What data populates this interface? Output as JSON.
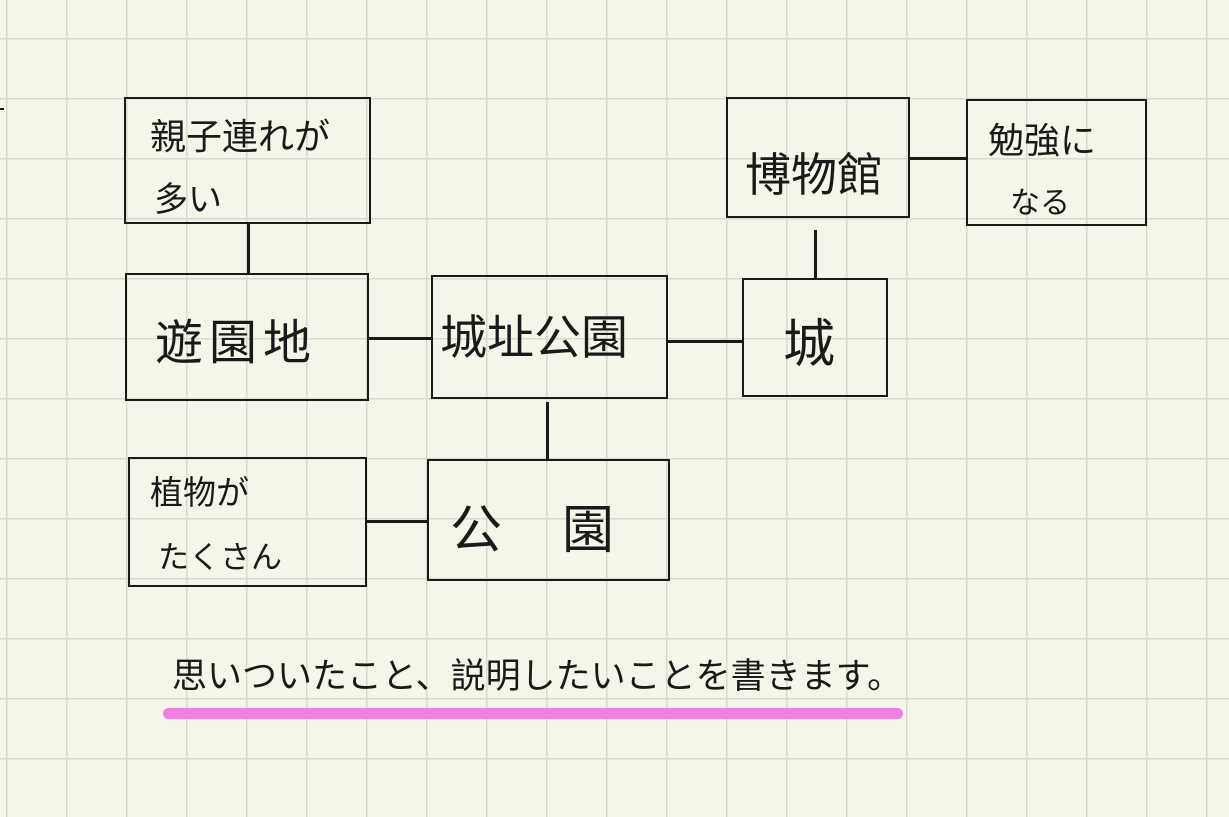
{
  "nodes": {
    "oyako": {
      "line1": "親子連れが",
      "line2": "多い"
    },
    "yuenchi": {
      "label": "遊園地"
    },
    "jouseki": {
      "label": "城址公園"
    },
    "shiro": {
      "label": "城"
    },
    "hakubutsukan": {
      "label": "博物館"
    },
    "benkyou": {
      "line1": "勉強に",
      "line2": "なる"
    },
    "shokubutsu": {
      "line1": "植物が",
      "line2": "たくさん"
    },
    "kouen": {
      "char1": "公",
      "char2": "園"
    }
  },
  "note": {
    "text": "思いついたこと、説明したいことを書きます。",
    "highlight_color": "#ee7fe3"
  },
  "colors": {
    "paper": "#f6f5e9",
    "grid": "#d8dccf",
    "ink": "#1a1a1a"
  }
}
